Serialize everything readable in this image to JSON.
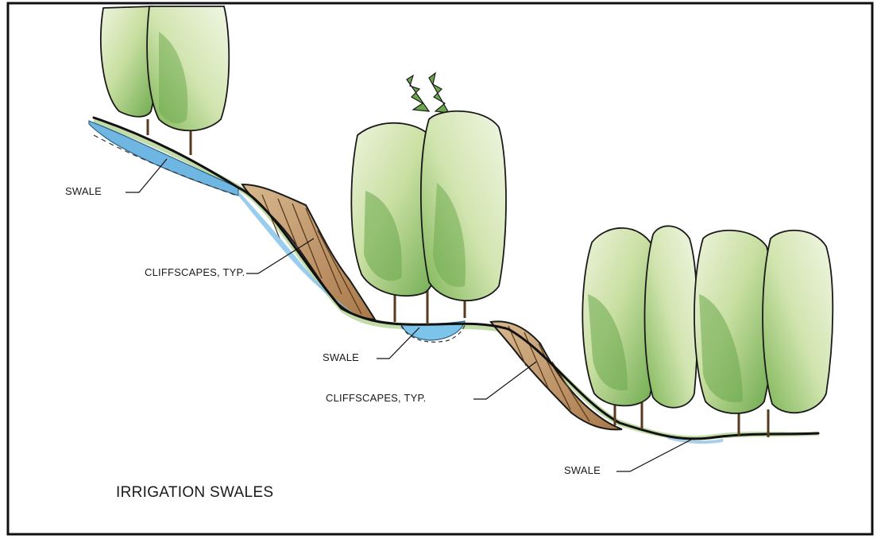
{
  "title": "IRRIGATION SWALES",
  "callouts": {
    "swale_upper": "SWALE",
    "cliffscapes_upper": "CLIFFSCAPES, TYP.",
    "swale_middle": "SWALE",
    "cliffscapes_lower": "CLIFFSCAPES, TYP.",
    "swale_lower": "SWALE"
  },
  "colors": {
    "tree_light": "#d9e7bf",
    "tree_mid": "#a9cf7d",
    "tree_dark": "#6aa84a",
    "water": "#6fb6e3",
    "cliff": "#b98a5c",
    "outline": "#1a1a1a"
  }
}
